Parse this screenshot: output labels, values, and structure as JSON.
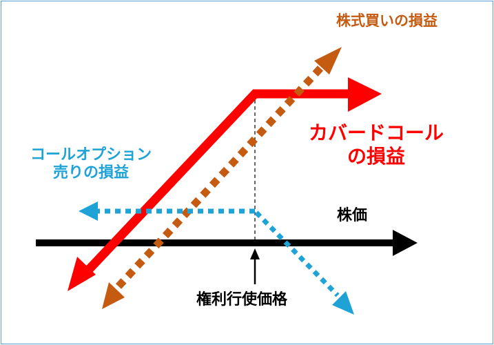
{
  "labels": {
    "stock_buy_pl": "株式買いの損益",
    "covered_call_pl_line1": "カバードコール",
    "covered_call_pl_line2": "の損益",
    "call_sell_pl_line1": "コールオプション",
    "call_sell_pl_line2": "売りの損益",
    "stock_price_axis": "株価",
    "strike_price": "権利行使価格"
  },
  "colors": {
    "stock_buy": "#c55a11",
    "covered_call": "#ff0000",
    "call_sell": "#1fa3d6",
    "axis": "#000000",
    "frame": "#5b9bd5"
  }
}
